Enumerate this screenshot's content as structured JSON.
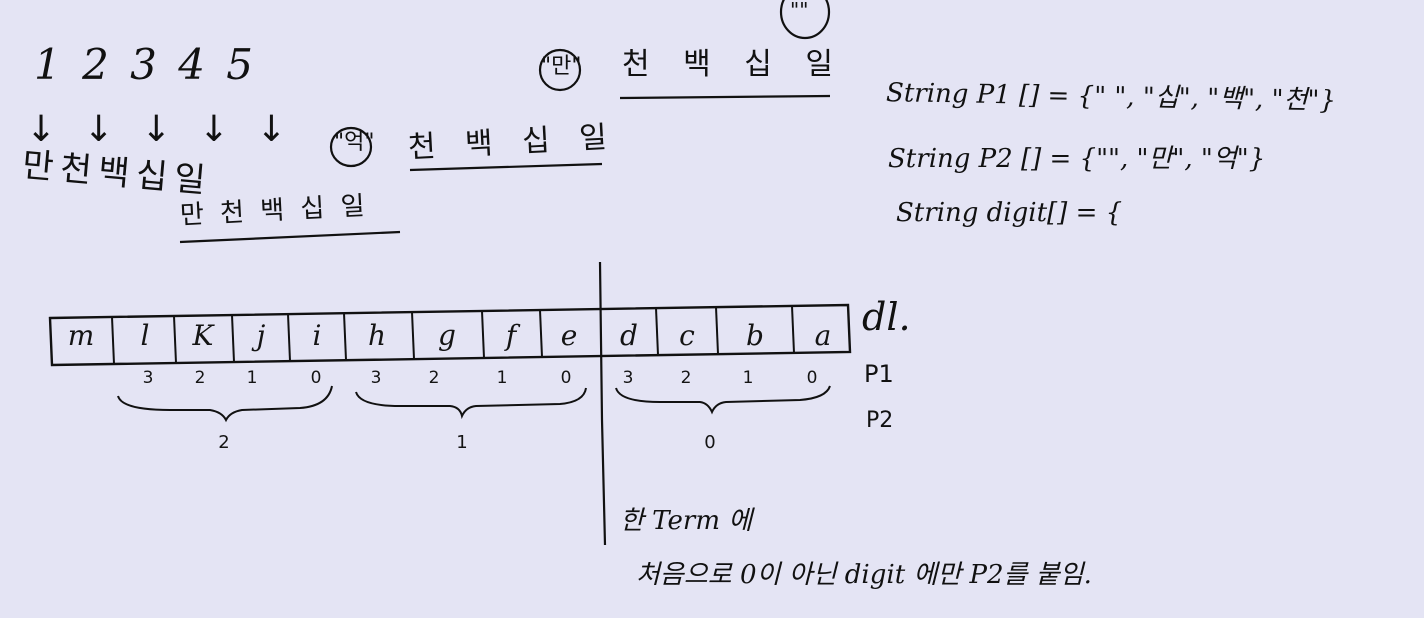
{
  "numbers": "1 2 3 4 5",
  "arrows": "↓ ↓ ↓ ↓ ↓",
  "units_row": "만 천 백 십 일",
  "man_row": "만 천 백 십 일",
  "eok_marker": "\"억\"",
  "eok_row": "천 백 십 일",
  "man_marker": "\"만\"",
  "man2_row": "천 백 십 일",
  "quote_top": "\"\"",
  "code": {
    "line1": "String P1 [] = {\" \", \"십\", \"백\", \"천\"}",
    "line2": "String P2 [] = {\"\", \"만\", \"억\"}",
    "line3": "String digit[] = {"
  },
  "cells": [
    "m",
    "l",
    "K",
    "j",
    "i",
    "h",
    "g",
    "f",
    "e",
    "d",
    "c",
    "b",
    "a"
  ],
  "cells_label": "dl.",
  "indices": [
    "3",
    "2",
    "1",
    "0",
    "3",
    "2",
    "1",
    "0",
    "3",
    "2",
    "1",
    "0"
  ],
  "p1_label": "P1",
  "p2_label": "P2",
  "groups": [
    "2",
    "1",
    "0"
  ],
  "note1": "한 Term 에",
  "note2": "처음으로 0이 아닌 digit 에만 P2를 붙임."
}
